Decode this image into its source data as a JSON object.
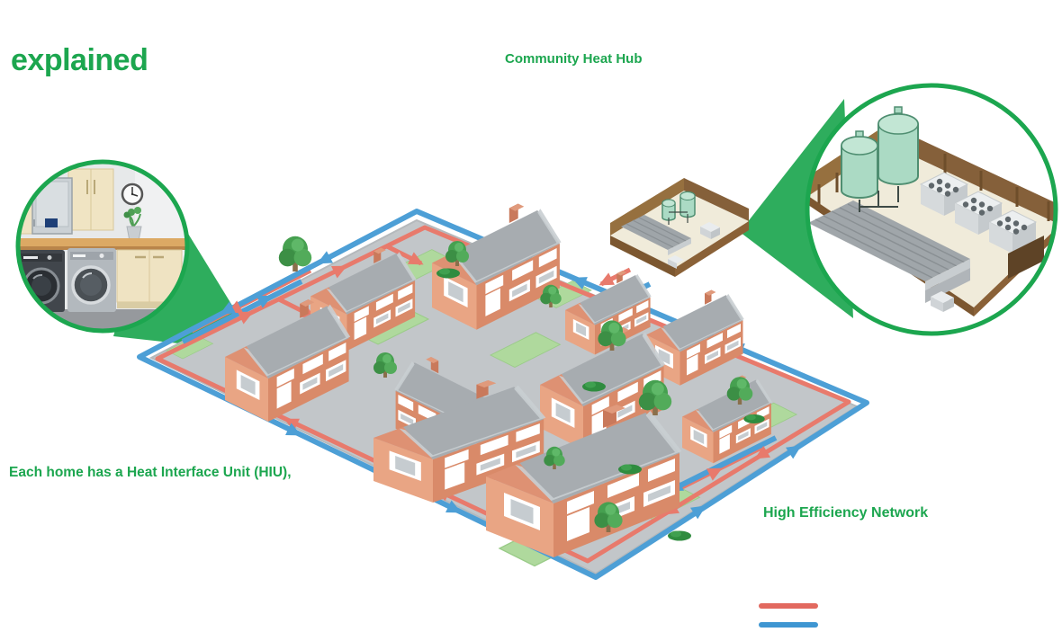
{
  "diagram": {
    "title": "explained",
    "labels": {
      "community_heat_hub": "Community Heat Hub",
      "hiu_note": "Each home has a Heat Interface Unit (HIU),",
      "network": "High Efficiency Network"
    },
    "legend": {
      "flow_color": "#E2695F",
      "return_color": "#3E96D2"
    },
    "colors": {
      "accent_green": "#1CA64F",
      "pipe_red": "#E87A6C",
      "pipe_blue": "#4D9FD6",
      "brick_light": "#E9A584",
      "brick_dark": "#D98A69",
      "roof_gray": "#A7ACB0",
      "lawn_green": "#AFD99D",
      "road_gray": "#C2C6C9",
      "tank_green": "#ABDAC4",
      "fence_brown": "#8A6137",
      "floor_cream": "#F0EBDA"
    },
    "insets": {
      "left": "heat-interface-unit-utility-room",
      "right": "community-heat-hub-facility"
    }
  }
}
